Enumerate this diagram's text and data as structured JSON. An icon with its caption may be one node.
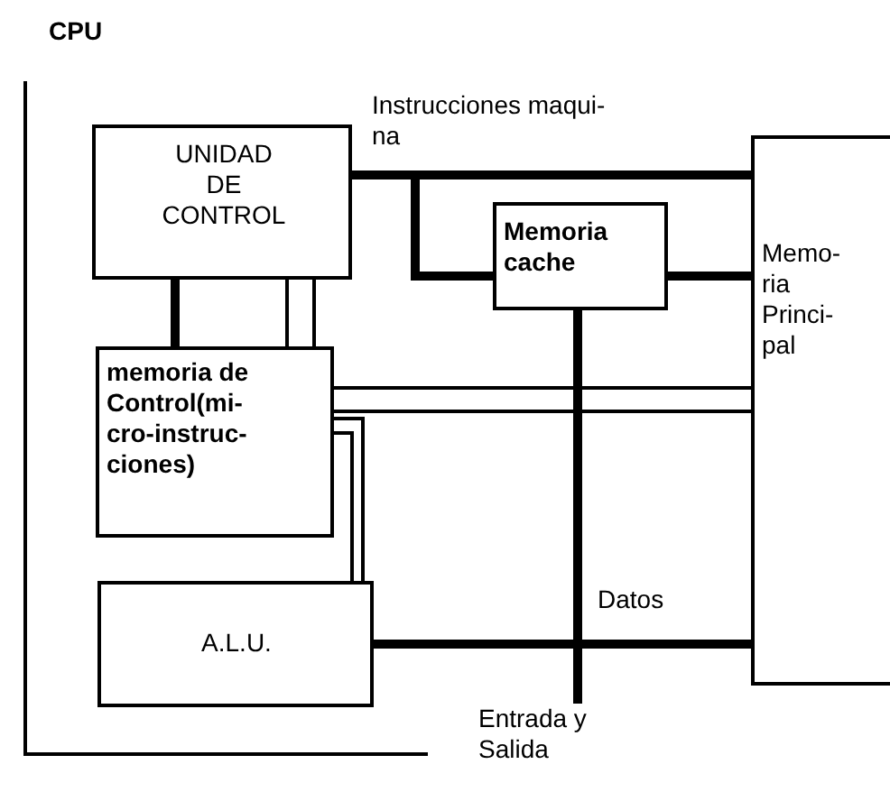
{
  "diagram": {
    "nodes": [
      {
        "text": [
          "UNIDAD DE CONTROL"
        ]
      },
      {
        "text": [
          "Memoria cache"
        ]
      },
      {
        "text": [
          "Memo- ria Princi- pal"
        ]
      },
      {
        "text": [
          "memoria de Control(mi- cro-instruc- ciones)"
        ]
      },
      {
        "text": [
          "A.L.U."
        ]
      },
      {
        "text": [
          "Entrada y Salida"
        ]
      }
    ],
    "edges": [
      {
        "from": 0,
        "to": 2,
        "arrow": "none",
        "style": "thick",
        "label": "Instrucciones maqui- na"
      },
      {
        "from": 0,
        "to": 1,
        "arrow": "none",
        "style": "thick"
      },
      {
        "from": 1,
        "to": 2,
        "arrow": "none",
        "style": "thick"
      },
      {
        "from": 1,
        "to": 5,
        "arrow": "none",
        "style": "thick",
        "label": "Datos"
      },
      {
        "from": 4,
        "to": 2,
        "arrow": "none",
        "style": "thick"
      },
      {
        "from": 0,
        "to": 3,
        "arrow": "none",
        "style": "thick"
      },
      {
        "from": 0,
        "to": 3,
        "arrow": "none"
      },
      {
        "from": 0,
        "to": 3,
        "arrow": "none"
      },
      {
        "from": 3,
        "to": 2,
        "arrow": "none"
      },
      {
        "from": 3,
        "to": 2,
        "arrow": "none"
      },
      {
        "from": 3,
        "to": 4,
        "arrow": "none"
      },
      {
        "from": 3,
        "to": 4,
        "arrow": "none"
      }
    ],
    "labels": [
      "CPU"
    ]
  }
}
